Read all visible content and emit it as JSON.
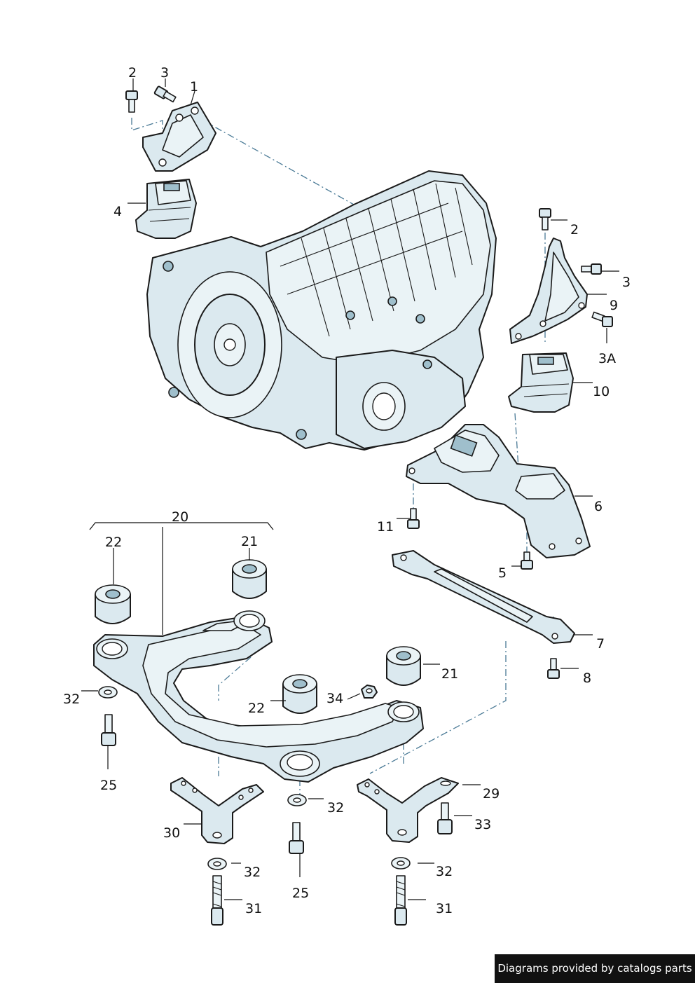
{
  "callouts": {
    "c1": "1",
    "c2a": "2",
    "c3a": "3",
    "c4": "4",
    "c2b": "2",
    "c3b": "3",
    "c9": "9",
    "c3A": "3A",
    "c10": "10",
    "c6": "6",
    "c11": "11",
    "c5": "5",
    "c7": "7",
    "c8": "8",
    "c20": "20",
    "c22a": "22",
    "c21a": "21",
    "c21b": "21",
    "c22b": "22",
    "c34": "34",
    "c32a": "32",
    "c25a": "25",
    "c32b": "32",
    "c29": "29",
    "c33": "33",
    "c30": "30",
    "c32c": "32",
    "c32d": "32",
    "c25b": "25",
    "c31a": "31",
    "c31b": "31"
  },
  "credit": "Diagrams provided by catalogs parts",
  "colors": {
    "part_fill": "#dbe9ef",
    "line": "#1a1a1a",
    "dash_line": "#4a7a96"
  }
}
